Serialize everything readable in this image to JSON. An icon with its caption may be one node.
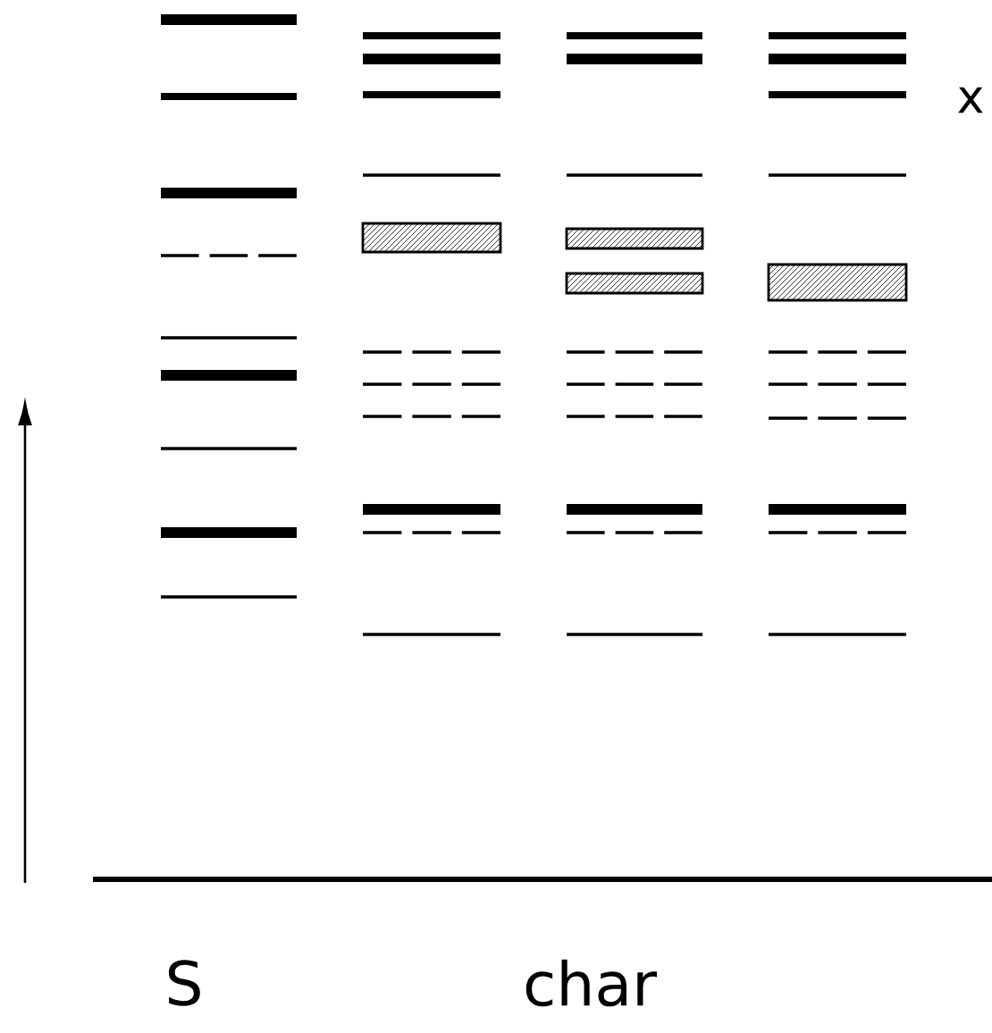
{
  "diagram": {
    "labels": [
      "x",
      "S",
      "char"
    ]
  }
}
